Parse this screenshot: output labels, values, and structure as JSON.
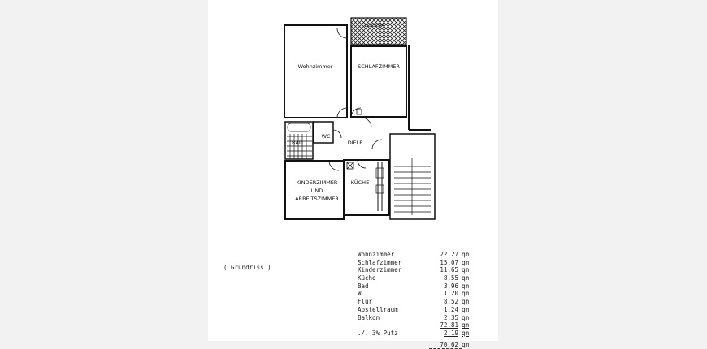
{
  "plan": {
    "rooms": {
      "loggia": "LOGGIA",
      "wohnzimmer": "Wohnzimmer",
      "schlafzimmer": "SCHLAFZIMMER",
      "diele": "DIELE",
      "bad": "BAD",
      "wc": "WC",
      "kinderzimmer_1": "KINDERZIMMER",
      "kinderzimmer_2": "UND",
      "kinderzimmer_3": "ARBEITSZIMMER",
      "kueche": "KÜCHE"
    }
  },
  "caption": "( Grundriss )",
  "areas": {
    "rows": [
      {
        "name": "Wohnzimmer",
        "value": "22,27",
        "unit": "qm"
      },
      {
        "name": "Schlafzimmer",
        "value": "15,07",
        "unit": "qm"
      },
      {
        "name": "Kinderzimmer",
        "value": "11,65",
        "unit": "qm"
      },
      {
        "name": "Küche",
        "value": "8,55",
        "unit": "qm"
      },
      {
        "name": "Bad",
        "value": "3,96",
        "unit": "qm"
      },
      {
        "name": "WC",
        "value": "1,20",
        "unit": "qm"
      },
      {
        "name": "Flur",
        "value": "8,52",
        "unit": "qm"
      },
      {
        "name": "Abstellraum",
        "value": "1,24",
        "unit": "qm"
      },
      {
        "name": "Balkon",
        "value": "2,35",
        "unit": "qm"
      }
    ],
    "subtotal": {
      "value": "72,81",
      "unit": "qm"
    },
    "deduction": {
      "name": "./. 3% Putz",
      "value": "2,19",
      "unit": "qm"
    },
    "total": {
      "value": "70,62",
      "unit": "qm"
    }
  }
}
